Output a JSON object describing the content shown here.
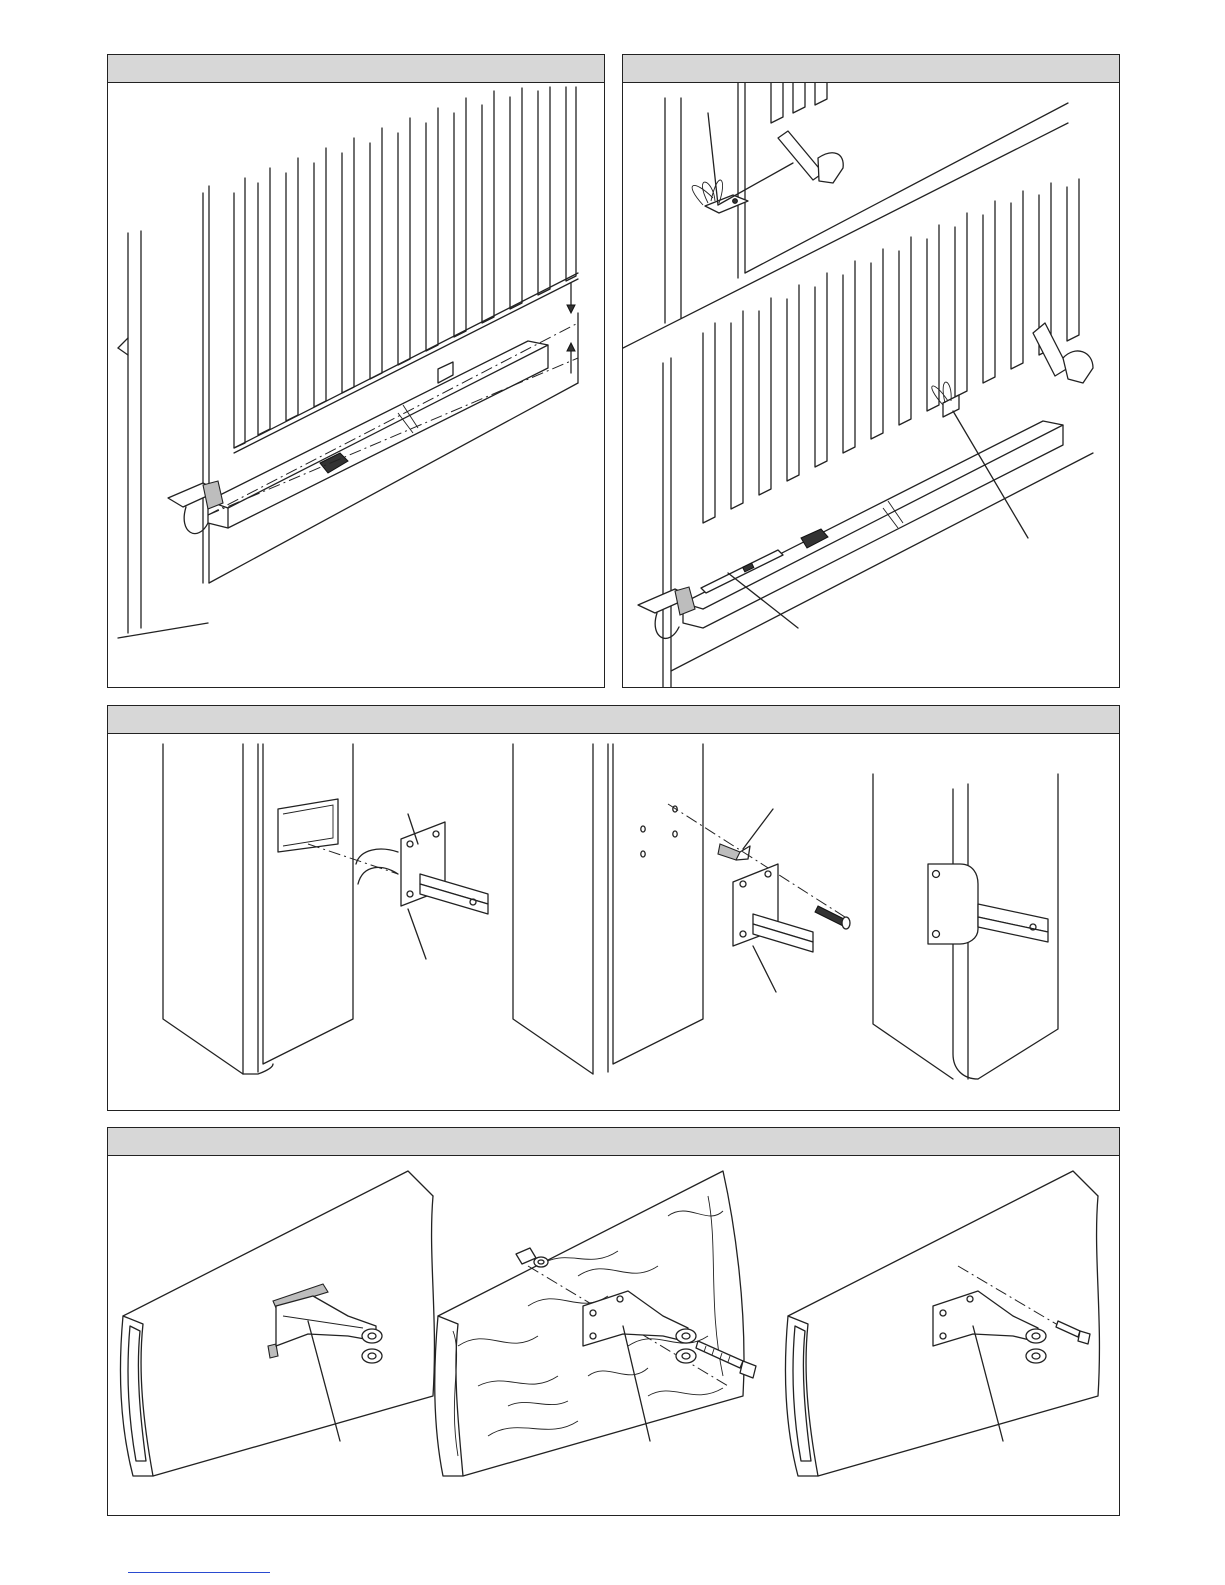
{
  "panels": [
    {
      "id": "gate-level-check"
    },
    {
      "id": "gate-weld-brackets"
    },
    {
      "id": "pillar-rear-bracket-fixing"
    },
    {
      "id": "gate-front-bracket-fixing"
    }
  ]
}
